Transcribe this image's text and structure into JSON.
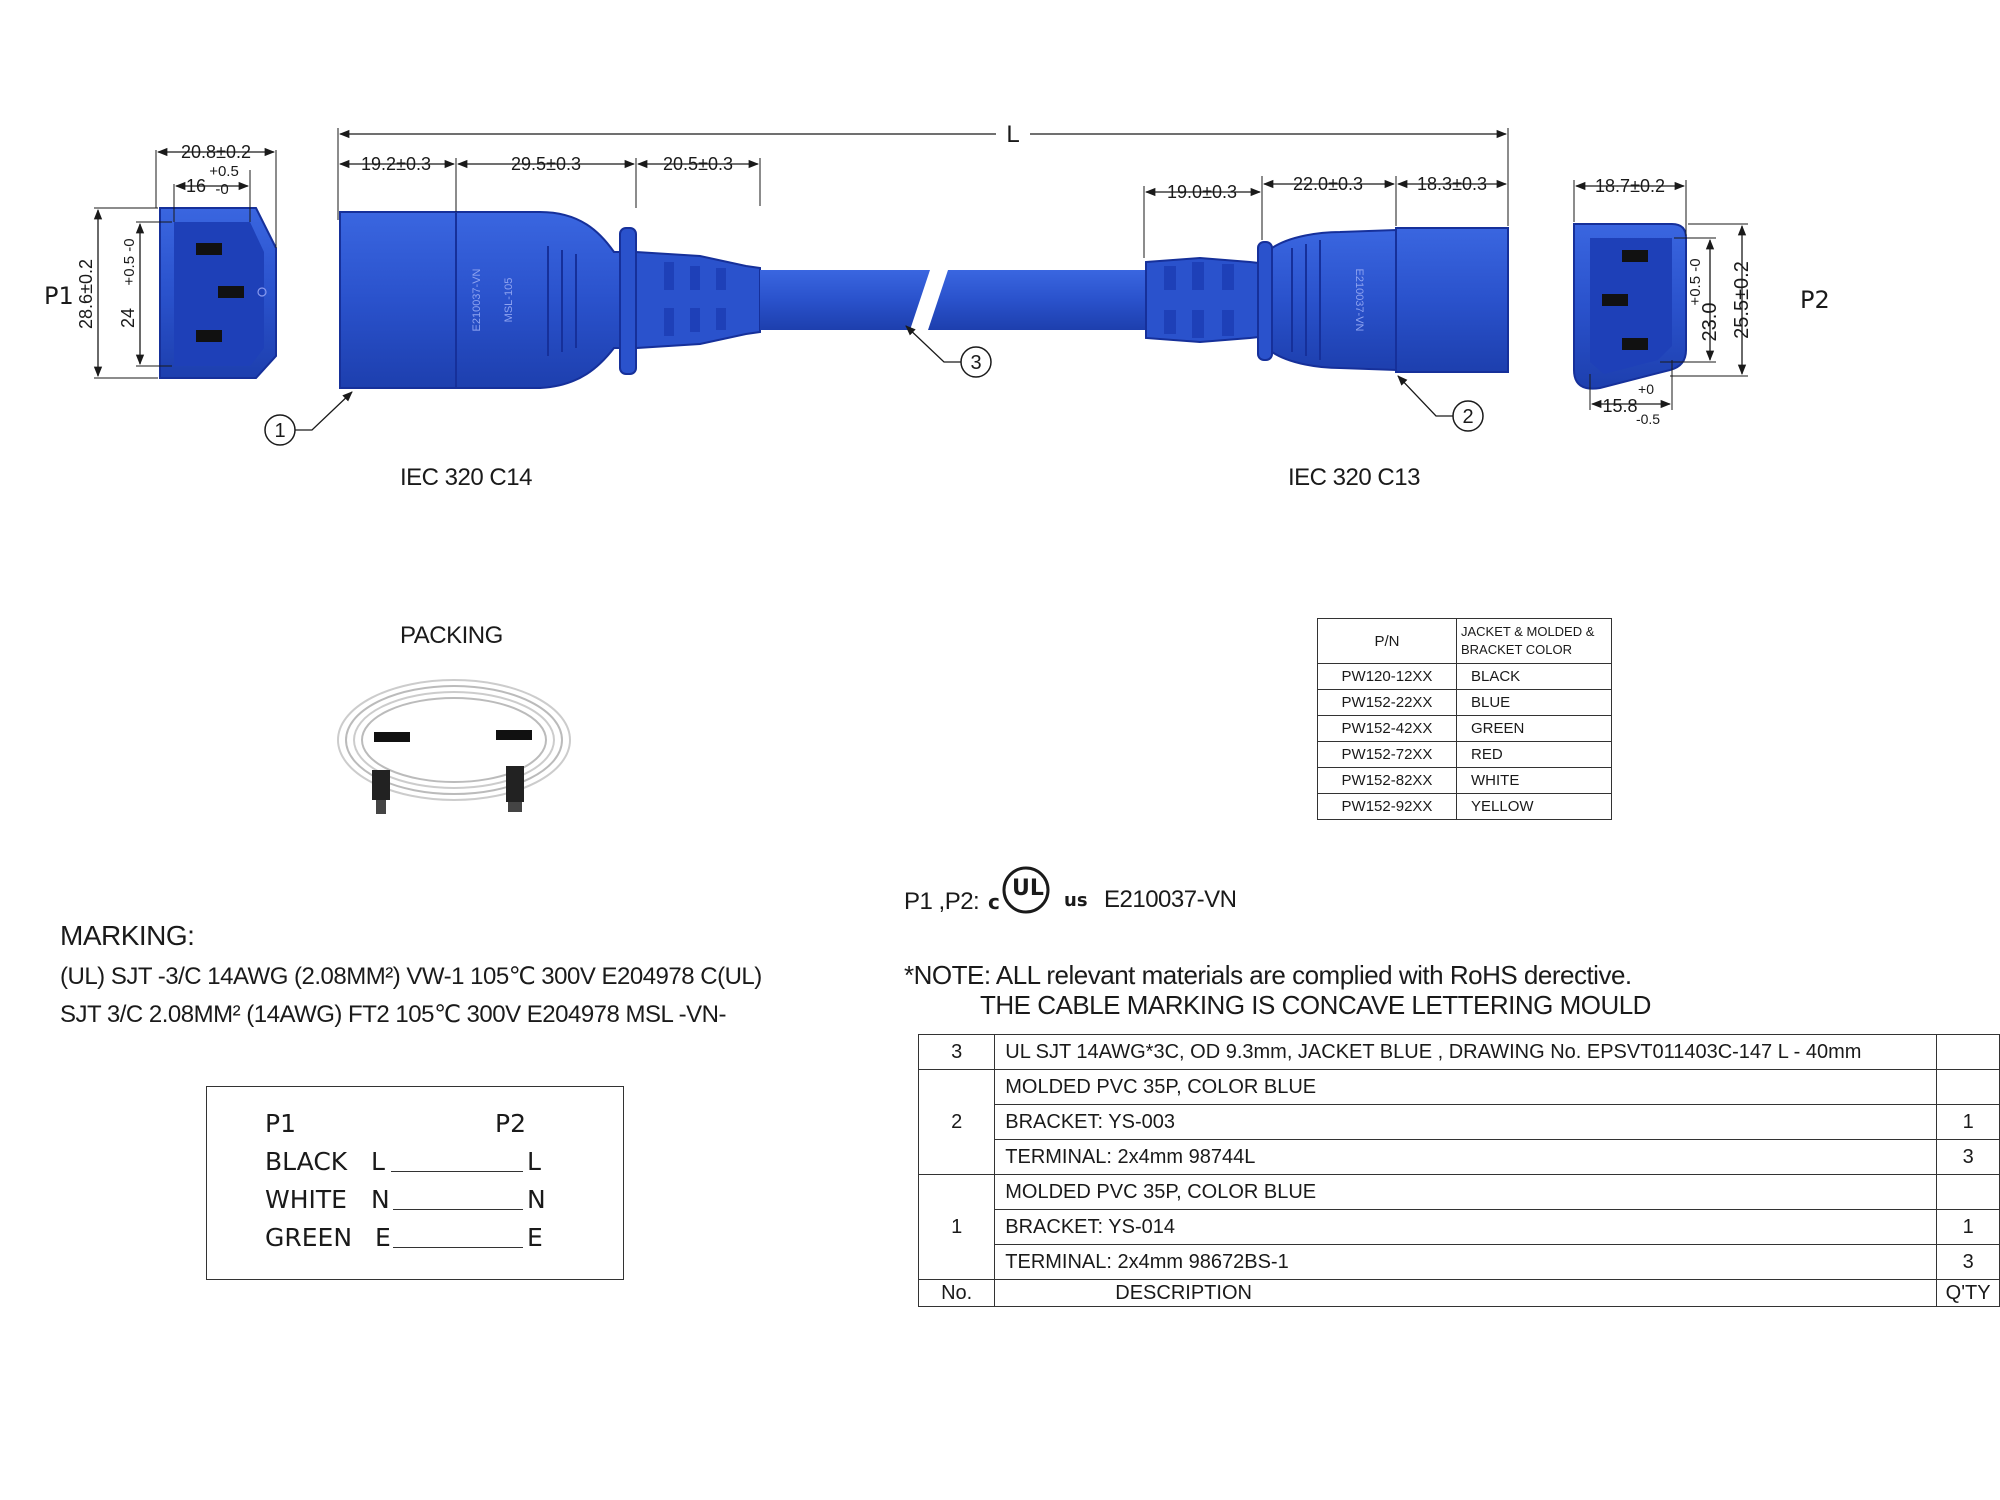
{
  "drawing": {
    "overall_length": "L",
    "p1_label": "P1",
    "p2_label": "P2",
    "connector_left_label": "IEC 320 C14",
    "connector_right_label": "IEC 320 C13",
    "callouts": [
      "1",
      "2",
      "3"
    ],
    "c14_molding_text_1": "E210037-VN",
    "c14_molding_text_2": "MSL-105",
    "c13_molding_text": "E210037-VN",
    "dims": {
      "p1_width_top": "20.8±0.2",
      "p1_width_inner": "16",
      "p1_width_inner_tol_plus": "+0.5",
      "p1_width_inner_tol_minus": "-0",
      "p1_height_outer": "28.6±0.2",
      "p1_height_inner": "24",
      "p1_height_inner_tol": "+0.5 -0",
      "c14_seg1": "19.2±0.3",
      "c14_seg2": "29.5±0.3",
      "c14_seg3": "20.5±0.3",
      "c13_seg1": "19.0±0.3",
      "c13_seg2": "22.0±0.3",
      "c13_seg3": "18.3±0.3",
      "p2_width_top": "18.7±0.2",
      "p2_width_bottom": "15.8",
      "p2_width_bottom_tol_plus": "+0",
      "p2_width_bottom_tol_minus": "-0.5",
      "p2_height_inner": "23.0",
      "p2_height_inner_tol": "+0.5 -0",
      "p2_height_outer": "25.5±0.2"
    }
  },
  "packing": {
    "title": "PACKING"
  },
  "marking": {
    "title": "MARKING:",
    "line1": "(UL) SJT -3/C  14AWG (2.08MM²)  VW-1  105℃  300V   E204978  C(UL)",
    "line2": "SJT 3/C  2.08MM² (14AWG)  FT2  105℃  300V   E204978  MSL -VN-"
  },
  "wiring": {
    "header_p1": "P1",
    "header_p2": "P2",
    "rows": [
      {
        "color": "BLACK",
        "left": "L",
        "right": "L"
      },
      {
        "color": "WHITE",
        "left": "N",
        "right": "N"
      },
      {
        "color": "GREEN",
        "left": "E",
        "right": "E"
      }
    ]
  },
  "part_numbers": {
    "header_pn": "P/N",
    "header_color_line1": "JACKET & MOLDED &",
    "header_color_line2": "BRACKET COLOR",
    "rows": [
      {
        "pn": "PW120-12XX",
        "color": "BLACK"
      },
      {
        "pn": "PW152-22XX",
        "color": "BLUE"
      },
      {
        "pn": "PW152-42XX",
        "color": "GREEN"
      },
      {
        "pn": "PW152-72XX",
        "color": "RED"
      },
      {
        "pn": "PW152-82XX",
        "color": "WHITE"
      },
      {
        "pn": "PW152-92XX",
        "color": "YELLOW"
      }
    ]
  },
  "certification": {
    "prefix": "P1 ,P2:",
    "ul_c": "c",
    "ul_mark": "UL",
    "ul_us": "us",
    "number": "E210037-VN"
  },
  "note": {
    "line1": "*NOTE: ALL relevant materials are complied with RoHS derective.",
    "line2": "THE CABLE MARKING IS CONCAVE LETTERING MOULD"
  },
  "bom": {
    "rows": [
      {
        "no": "3",
        "items": [
          {
            "desc": "UL SJT 14AWG*3C, OD 9.3mm, JACKET BLUE   , DRAWING No. EPSVT011403C-147 L - 40mm",
            "qty": ""
          }
        ]
      },
      {
        "no": "2",
        "items": [
          {
            "desc": "MOLDED PVC  35P, COLOR BLUE",
            "qty": ""
          },
          {
            "desc": "BRACKET: YS-003",
            "qty": "1"
          },
          {
            "desc": "TERMINAL: 2x4mm  98744L",
            "qty": "3"
          }
        ]
      },
      {
        "no": "1",
        "items": [
          {
            "desc": "MOLDED PVC  35P, COLOR BLUE",
            "qty": ""
          },
          {
            "desc": "BRACKET: YS-014",
            "qty": "1"
          },
          {
            "desc": "TERMINAL: 2x4mm  98672BS-1",
            "qty": "3"
          }
        ]
      }
    ],
    "footer": {
      "no": "No.",
      "desc": "DESCRIPTION",
      "qty": "Q'TY"
    }
  },
  "colors": {
    "cable_blue": "#2a52cc",
    "line": "#1a1a1a"
  }
}
